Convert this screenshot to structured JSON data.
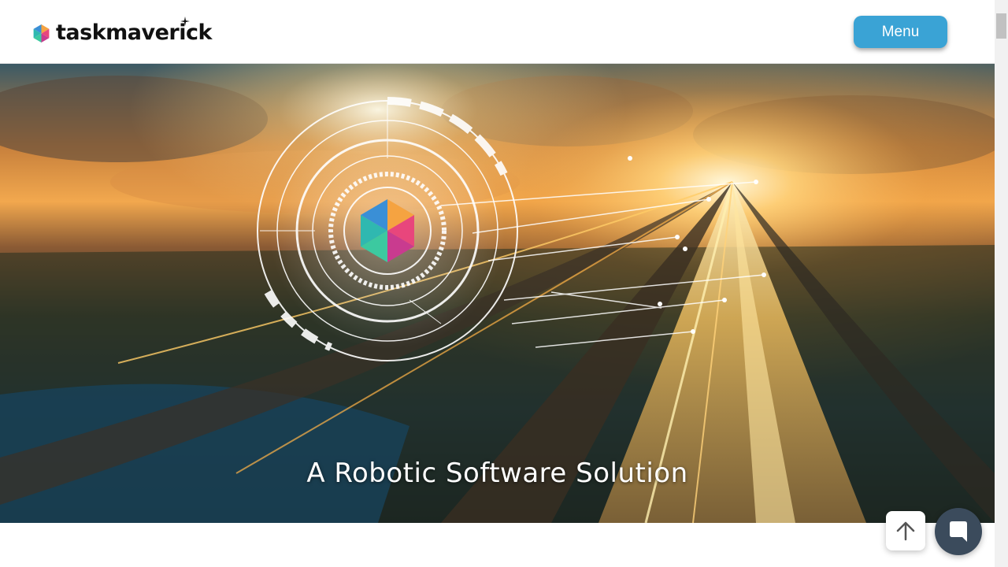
{
  "header": {
    "logo_text": "taskmaverick",
    "menu_label": "Menu"
  },
  "hero": {
    "title": "A Robotic Software Solution"
  },
  "floating": {
    "to_top_icon": "arrow-up-icon",
    "chat_icon": "chat-bubble-icon"
  },
  "colors": {
    "menu_button": "#3aa3d5",
    "chat_button": "#3b4b5c"
  }
}
